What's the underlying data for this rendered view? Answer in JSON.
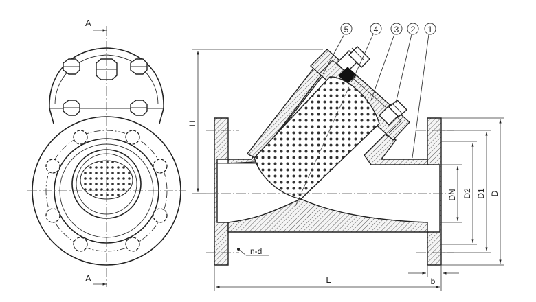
{
  "section_marks": {
    "top": "A",
    "bottom": "A"
  },
  "callouts": [
    "5",
    "4",
    "3",
    "2",
    "1"
  ],
  "dimensions": {
    "height": "H",
    "nominal_diameter": "DN",
    "d2": "D2",
    "d1": "D1",
    "d": "D",
    "length": "L",
    "flange_thickness": "b",
    "bolt_holes": "n-d"
  },
  "colors": {
    "line": "#222222",
    "background": "#ffffff",
    "gasket": "#111111"
  }
}
